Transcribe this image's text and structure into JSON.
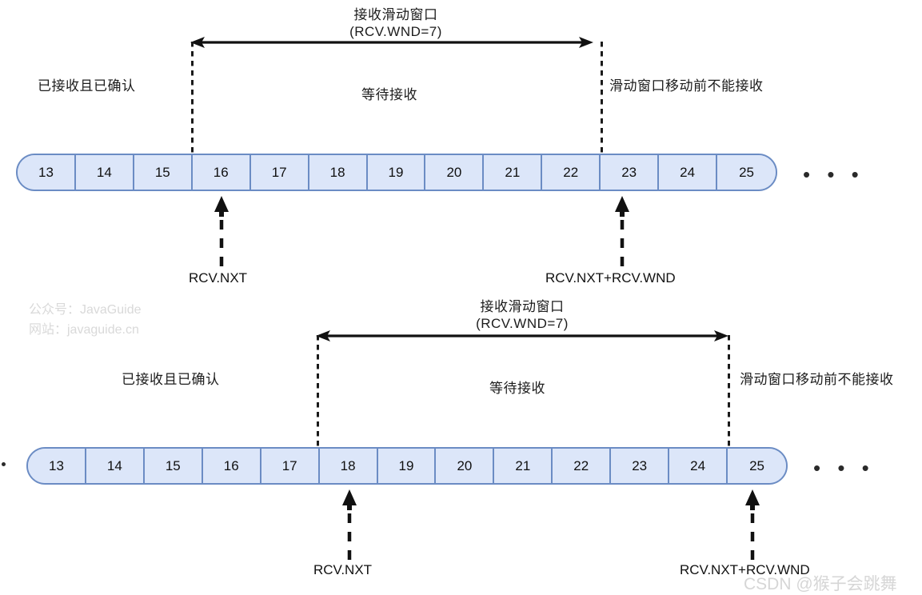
{
  "figure": {
    "kind": "tcp-receive-sliding-window-diagram",
    "colors": {
      "cell_fill": "#dce6f9",
      "cell_border": "#6b8cc4",
      "line": "#1a1a1a",
      "watermark": "#d9d9d9"
    }
  },
  "diagram_top": {
    "window_title_line1": "接收滑动窗口",
    "window_title_line2": "(RCV.WND=7)",
    "region_left_label": "已接收且已确认",
    "region_middle_label": "等待接收",
    "region_right_label": "滑动窗口移动前不能接收",
    "cells": [
      "13",
      "14",
      "15",
      "16",
      "17",
      "18",
      "19",
      "20",
      "21",
      "22",
      "23",
      "24",
      "25"
    ],
    "window_start_cell": "16",
    "window_end_cell": "23",
    "pointer_left_label": "RCV.NXT",
    "pointer_right_label": "RCV.NXT+RCV.WND",
    "trailing_ellipsis": "• • •"
  },
  "diagram_bottom": {
    "window_title_line1": "接收滑动窗口",
    "window_title_line2": "(RCV.WND=7)",
    "region_left_label": "已接收且已确认",
    "region_middle_label": "等待接收",
    "region_right_label": "滑动窗口移动前不能接收",
    "cells": [
      "13",
      "14",
      "15",
      "16",
      "17",
      "18",
      "19",
      "20",
      "21",
      "22",
      "23",
      "24",
      "25"
    ],
    "window_start_cell": "18",
    "window_end_cell": "25",
    "pointer_left_label": "RCV.NXT",
    "pointer_right_label": "RCV.NXT+RCV.WND",
    "leading_ellipsis": "•",
    "trailing_ellipsis": "• • •"
  },
  "watermarks": {
    "left_line1": "公众号：JavaGuide",
    "left_line2": "网站：javaguide.cn",
    "bottom_right": "CSDN @猴子会跳舞"
  }
}
